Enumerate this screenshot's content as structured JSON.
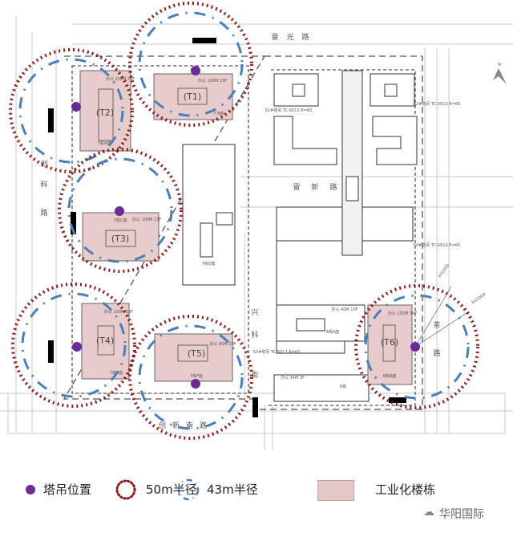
{
  "roads": {
    "north": "雷光路",
    "middle": "雷新路",
    "west": [
      "创",
      "科",
      "路"
    ],
    "south": "创新南路",
    "east_street": [
      "兴",
      "科",
      "街"
    ],
    "east": [
      "茶",
      "路"
    ]
  },
  "buildings": [
    {
      "id": "T1",
      "label": "(T1)",
      "note": "办公 100M 23F",
      "name": "7 B栋"
    },
    {
      "id": "T2",
      "label": "(T2)",
      "note": "办公 100M 23F",
      "name": "7栋A座"
    },
    {
      "id": "T3",
      "label": "(T3)",
      "note": "办公 100M 23F",
      "name": "7栋C座"
    },
    {
      "id": "T4",
      "label": "(T4)",
      "note": "办公 100M 23F",
      "name": "7栋E座"
    },
    {
      "id": "T5",
      "label": "(T5)",
      "note": "办公 80M 19F",
      "name": "7栋F座"
    },
    {
      "id": "T6",
      "label": "(T6)",
      "note": "办公 150M 34F",
      "name": "8栋B座"
    }
  ],
  "other_labels": {
    "b7d": "7栋D座",
    "b8a": "8栋A座",
    "b8a_note": "办公 40M 10F",
    "b8": "8栋",
    "b8_note": "办公 14M 3F",
    "crane_spec_1": "S1#塔吊 TC-6013 R=60",
    "crane_spec_2": "S2#塔吊 TC-6013 R=60",
    "crane_spec_3": "S3#塔吊 TC-6013 R=60",
    "crane_spec_4": "S4#塔吊 TC-6013 R=60",
    "r50": "R50000",
    "r43": "R43000",
    "north_arrow": "N"
  },
  "legend": {
    "crane": "塔吊位置",
    "r50": "50m半径",
    "r43": "43m半径",
    "industrial": "工业化楼栋"
  },
  "watermark": "华阳国际",
  "colors": {
    "pink": "#e8cccb",
    "red": "#8b1a1a",
    "blue": "#4a7fb8",
    "purple": "#6a2a9a"
  }
}
